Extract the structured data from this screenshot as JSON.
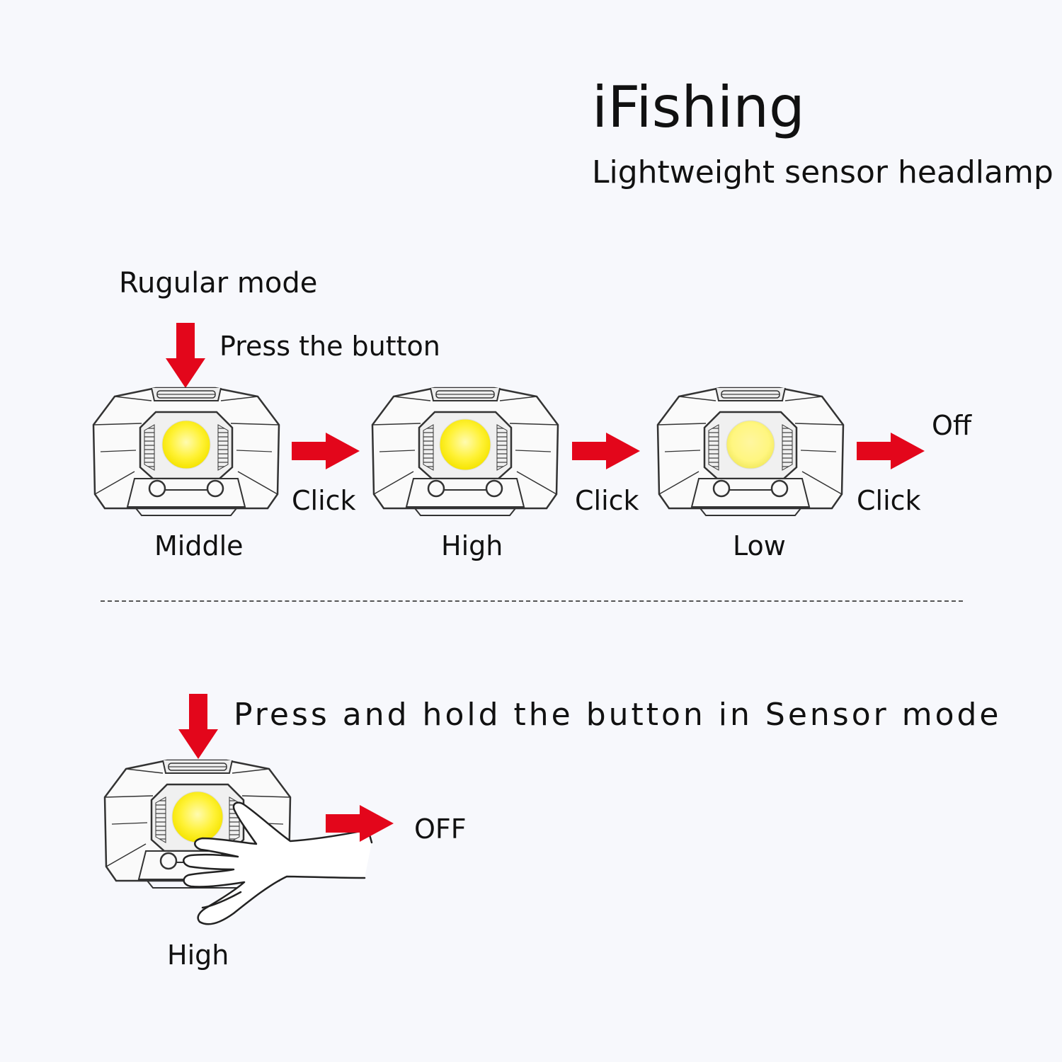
{
  "header": {
    "brand": "iFishing",
    "subtitle": "Lightweight sensor headlamp"
  },
  "regular_mode": {
    "title": "Rugular mode",
    "instruction": "Press the button",
    "steps": [
      {
        "mode": "Middle",
        "action": "Click"
      },
      {
        "mode": "High",
        "action": "Click"
      },
      {
        "mode": "Low",
        "action": "Click"
      }
    ],
    "end_state": "Off"
  },
  "sensor_mode": {
    "instruction": "Press and hold the button in Sensor mode",
    "mode": "High",
    "end_state": "OFF"
  },
  "colors": {
    "arrow": "#e3061b",
    "light_high": "#fff236",
    "light_low": "#fff680",
    "outline": "#333333"
  }
}
